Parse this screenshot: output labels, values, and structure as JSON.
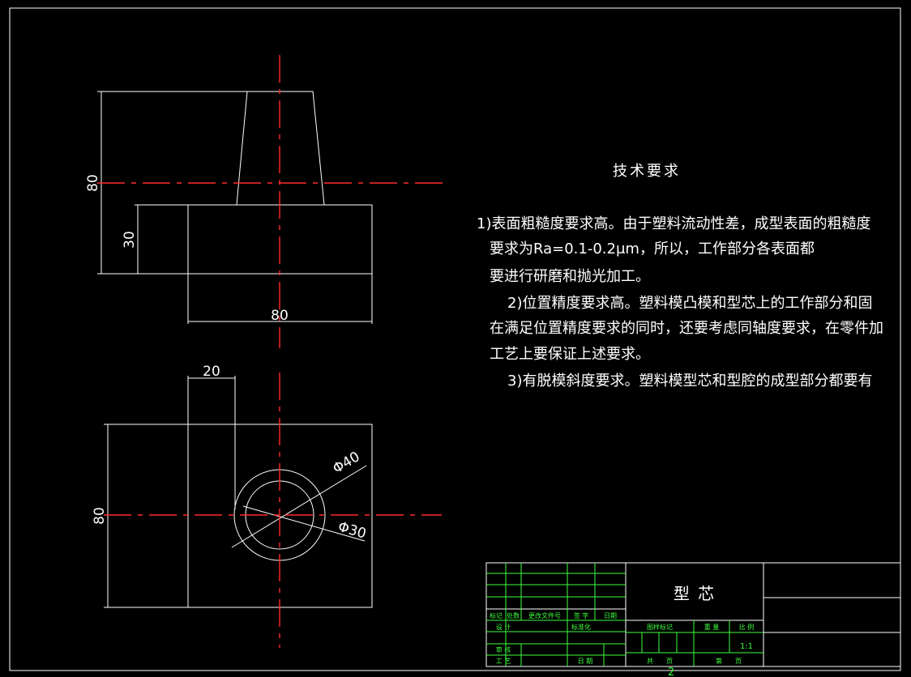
{
  "drawing": {
    "dimensions": {
      "front_height": "80",
      "front_base_height": "30",
      "front_width": "80",
      "top_offset": "20",
      "top_height": "80",
      "outer_diameter": "Φ40",
      "inner_diameter": "Φ30"
    }
  },
  "notes": {
    "title": "技术要求",
    "lines": [
      "1)表面粗糙度要求高。由于塑料流动性差，成型表面的粗糙度",
      "要求为Ra=0.1-0.2μm，所以，工作部分各表面都",
      "要进行研磨和抛光加工。",
      "2)位置精度要求高。塑料模凸模和型芯上的工作部分和固",
      "在满足位置精度要求的同时，还要考虑同轴度要求，在零件加",
      "工艺上要保证上述要求。",
      "3)有脱模斜度要求。塑料模型芯和型腔的成型部分都要有"
    ]
  },
  "title_block": {
    "part_name": "型 芯",
    "labels": {
      "mark": "标记",
      "count": "处数",
      "doc_no": "更改文件号",
      "sign": "签 字",
      "date": "日期",
      "design": "设 计",
      "standard": "标准化",
      "stage_mark": "图样标记",
      "weight": "重 量",
      "scale": "比 例",
      "review": "审 核",
      "process": "工 艺",
      "date2": "日 期",
      "total": "共　　页",
      "sheet": "第　　页"
    },
    "scale_value": "1:1",
    "sheet_number": "2"
  },
  "colors": {
    "background": "#000000",
    "object_line": "#ffffff",
    "center_line": "#ff2a2a",
    "title_block_text": "#3cff3c"
  }
}
